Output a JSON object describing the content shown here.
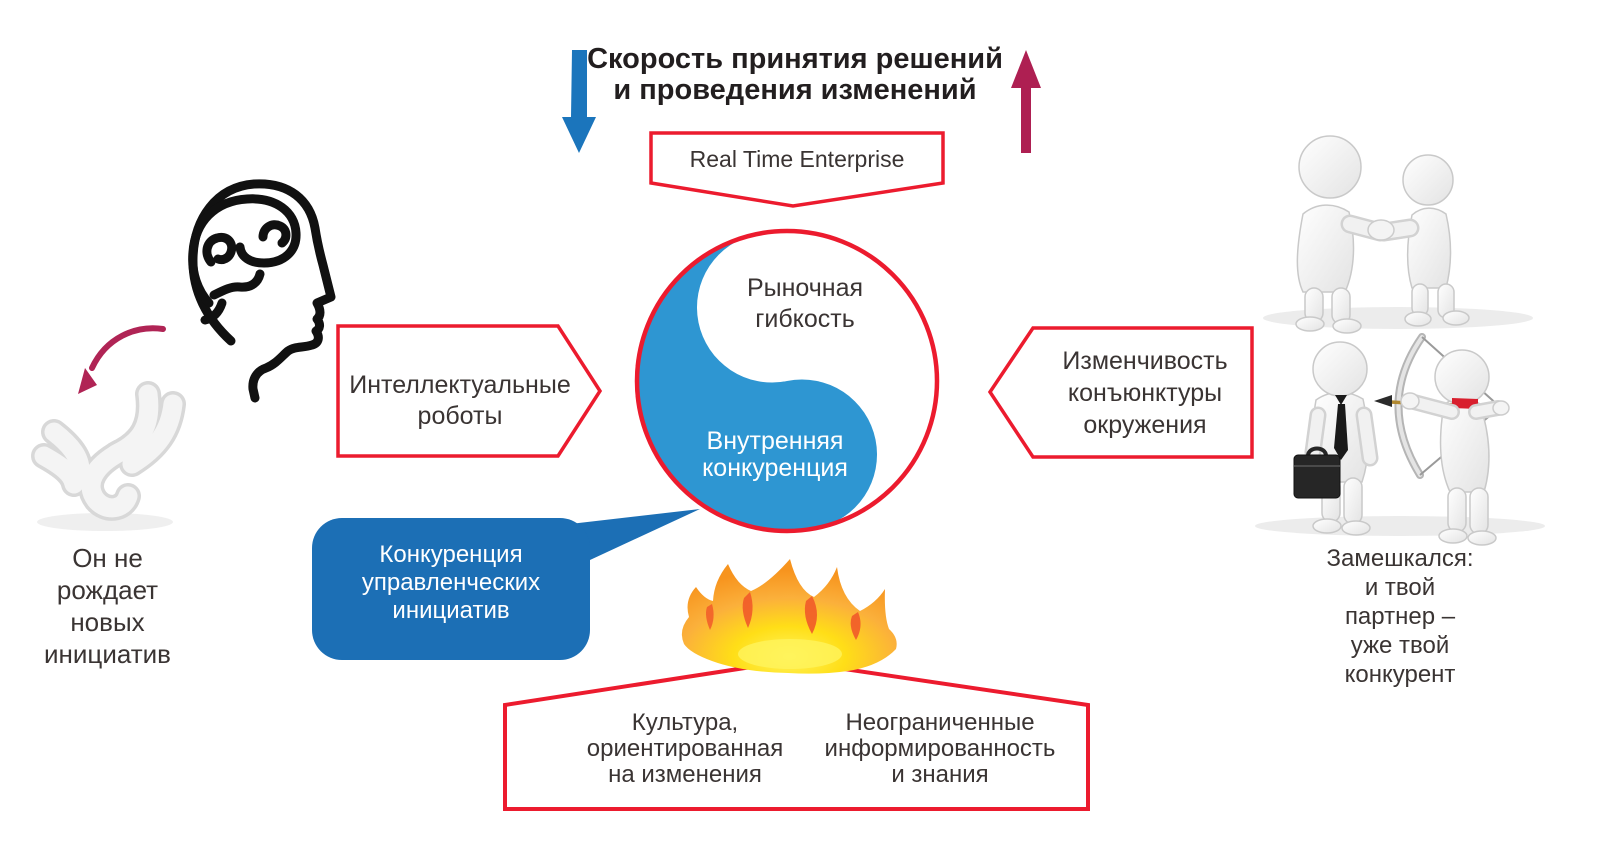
{
  "diagram": {
    "title": "Скорость принятия решений\nи проведения изменений",
    "banner_label": "Real Time Enterprise",
    "circle": {
      "top_label": "Рыночная\nгибкость",
      "bottom_label": "Внутренняя\nконкуренция"
    },
    "left_arrow_label": "Интеллектуальные\nроботы",
    "right_arrow_label": "Изменчивость\nконъюнктуры\nокружения",
    "bubble_label": "Конкуренция\nуправленческих\nинициатив",
    "bottom_box": {
      "left_label": "Культура,\nориентированная\nна изменения",
      "right_label": "Неограниченные\nинформированность\nи знания"
    },
    "left_caption": "Он не\nрождает\nновых\nинициатив",
    "right_caption": "Замешкался:\nи твой\nпартнер –\nуже твой\nконкурент"
  },
  "icons": [
    "down-arrow-icon",
    "up-arrow-icon",
    "yin-yang-circle",
    "brain-head-icon",
    "curved-arrow-icon",
    "fallen-figure-illustration",
    "flame-icon",
    "handshake-figures-illustration",
    "businessman-archer-illustration"
  ],
  "colors": {
    "accent_red": "#EC1B2E",
    "blue_arrow": "#1B75BC",
    "crimson_arrow": "#AE1F52",
    "yin_blue": "#2E96D2",
    "bubble_blue": "#1C6FB5",
    "title_text": "#221E1F",
    "body_text": "#3A3433",
    "flame_orange": "#F7941E",
    "flame_yellow": "#FFF200",
    "flame_accent": "#F15A29"
  }
}
